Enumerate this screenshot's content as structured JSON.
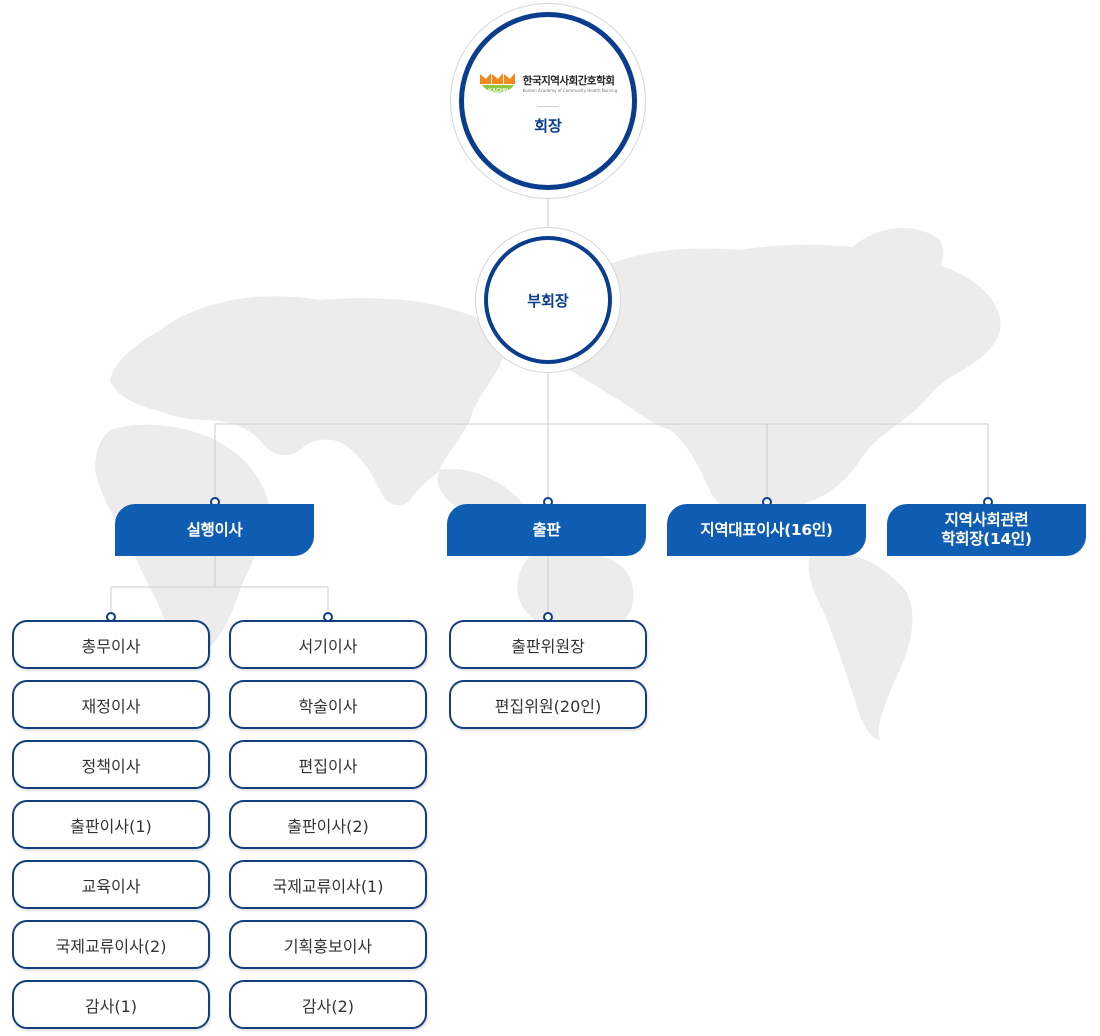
{
  "top": {
    "logo_name": "한국지역사회간호학회",
    "logo_english": "Korean Academy of Community Health Nursing",
    "logo_mark_text": "KACHN",
    "president": "회장",
    "vice_president": "부회장"
  },
  "divisions": {
    "executive": "실행이사",
    "publication": "출판",
    "regional": "지역대표이사(16인)",
    "societies": "지역사회관련\n학회장(14인)"
  },
  "executive_left": [
    "총무이사",
    "재정이사",
    "정책이사",
    "출판이사(1)",
    "교육이사",
    "국제교류이사(2)",
    "감사(1)"
  ],
  "executive_right": [
    "서기이사",
    "학술이사",
    "편집이사",
    "출판이사(2)",
    "국제교류이사(1)",
    "기획홍보이사",
    "감사(2)"
  ],
  "publication_members": [
    "출판위원장",
    "편집위원(20인)"
  ],
  "colors": {
    "navy": "#0b3d8f",
    "blue": "#0e5db3",
    "line": "#cccccc",
    "map": "#ebebeb"
  }
}
